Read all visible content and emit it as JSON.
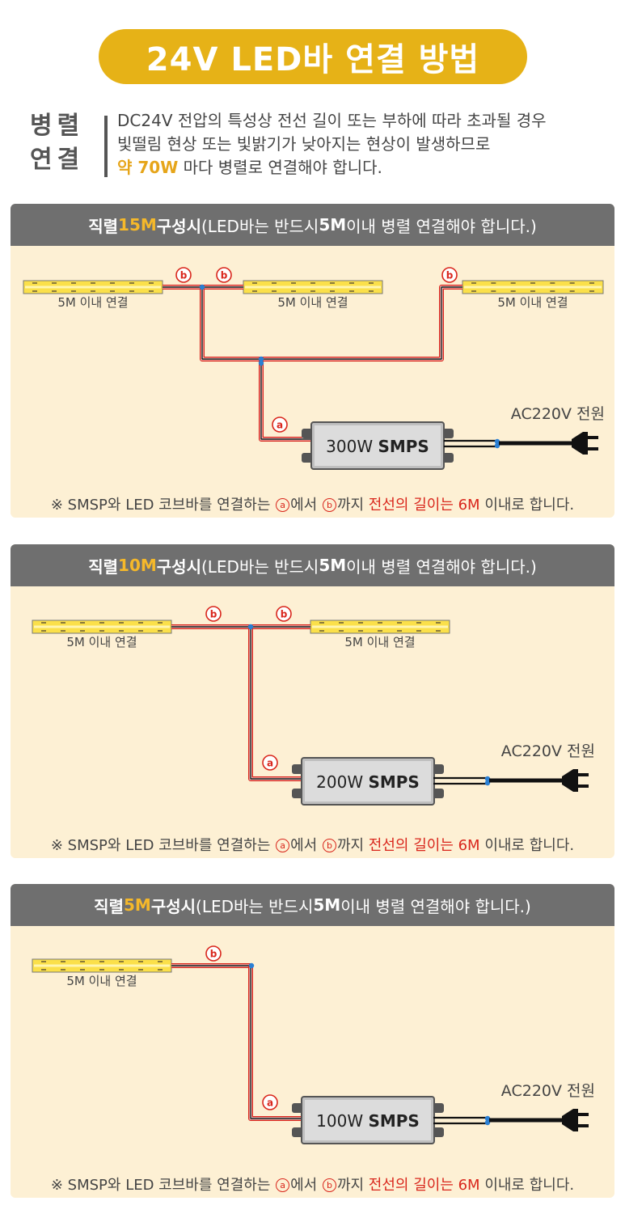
{
  "title": "24V LED바 연결 방법",
  "intro": {
    "label_line1": "병렬",
    "label_line2": "연결",
    "line1": "DC24V 전압의 특성상 전선 길이 또는 부하에 따라 초과될 경우",
    "line2": "빛떨림 현상 또는 빛밝기가 낮아지는 현상이 발생하므로",
    "line3_highlight": "약 70W",
    "line3_rest": " 마다 병렬로 연결해야 합니다."
  },
  "common": {
    "strip_label": "5M 이내 연결",
    "marker_a": "ⓐ",
    "marker_b": "ⓑ",
    "ac_label": "AC220V 전원",
    "smps_word": "SMPS",
    "note_prefix": "※ SMSP와 LED 코브바를 연결하는 ",
    "note_mid1": "에서 ",
    "note_mid2": "까지 ",
    "note_red": "전선의 길이는 6M",
    "note_suffix": " 이내로 합니다.",
    "head_prefix": "직렬 ",
    "head_config": " 구성시",
    "head_paren1": " (LED바는 반드시 ",
    "head_paren_bold": "5M",
    "head_paren2": " 이내 병렬 연결해야 합니다.)"
  },
  "panels": [
    {
      "length": "15M",
      "smps_watt": "300W"
    },
    {
      "length": "10M",
      "smps_watt": "200W"
    },
    {
      "length": "5M",
      "smps_watt": "100W"
    }
  ],
  "colors": {
    "accent": "#e6b217",
    "panel_bg": "#fdf0d4",
    "header_bg": "#6f6f6f",
    "wire_red": "#d9261c",
    "strip_yellow": "#fbe04a"
  }
}
